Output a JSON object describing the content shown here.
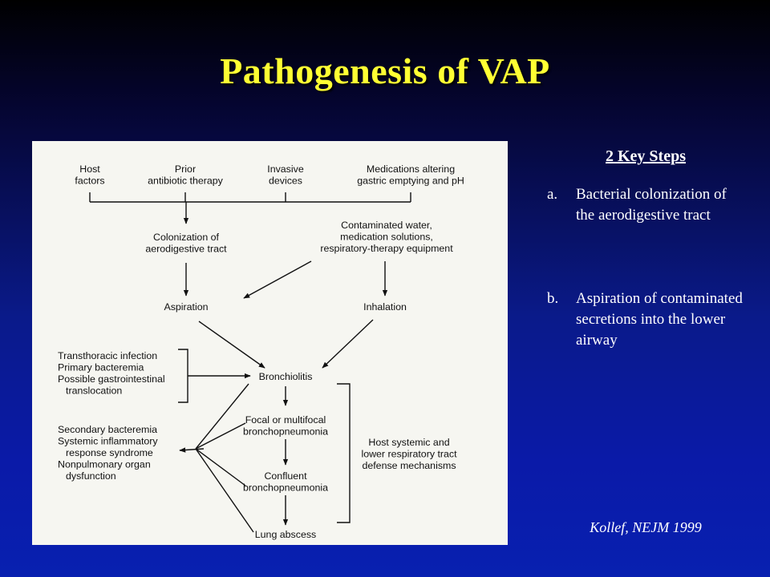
{
  "slide": {
    "title": "Pathogenesis of VAP",
    "steps_heading": "2 Key Steps",
    "steps": [
      {
        "marker": "a.",
        "text": "Bacterial colonization of the aerodigestive tract"
      },
      {
        "marker": "b.",
        "text": "Aspiration of contaminated secretions into the lower airway"
      }
    ],
    "citation": "Kollef, NEJM 1999"
  },
  "diagram": {
    "host_factors": [
      "Host",
      "factors"
    ],
    "prior_antibiotic": [
      "Prior",
      "antibiotic therapy"
    ],
    "invasive_devices": [
      "Invasive",
      "devices"
    ],
    "medications": [
      "Medications altering",
      "gastric emptying and pH"
    ],
    "colonization": [
      "Colonization of",
      "aerodigestive tract"
    ],
    "contaminated": [
      "Contaminated water,",
      "medication solutions,",
      "respiratory-therapy equipment"
    ],
    "aspiration": [
      "Aspiration"
    ],
    "inhalation": [
      "Inhalation"
    ],
    "other_routes": [
      "Transthoracic infection",
      "Primary bacteremia",
      "Possible gastrointestinal",
      "translocation"
    ],
    "bronchiolitis": [
      "Bronchiolitis"
    ],
    "focal": [
      "Focal or multifocal",
      "bronchopneumonia"
    ],
    "complications": [
      "Secondary bacteremia",
      "Systemic inflammatory",
      "response syndrome",
      "Nonpulmonary organ",
      "dysfunction"
    ],
    "confluent": [
      "Confluent",
      "bronchopneumonia"
    ],
    "lung_abscess": [
      "Lung abscess"
    ],
    "defense": [
      "Host systemic and",
      "lower respiratory tract",
      "defense mechanisms"
    ]
  }
}
